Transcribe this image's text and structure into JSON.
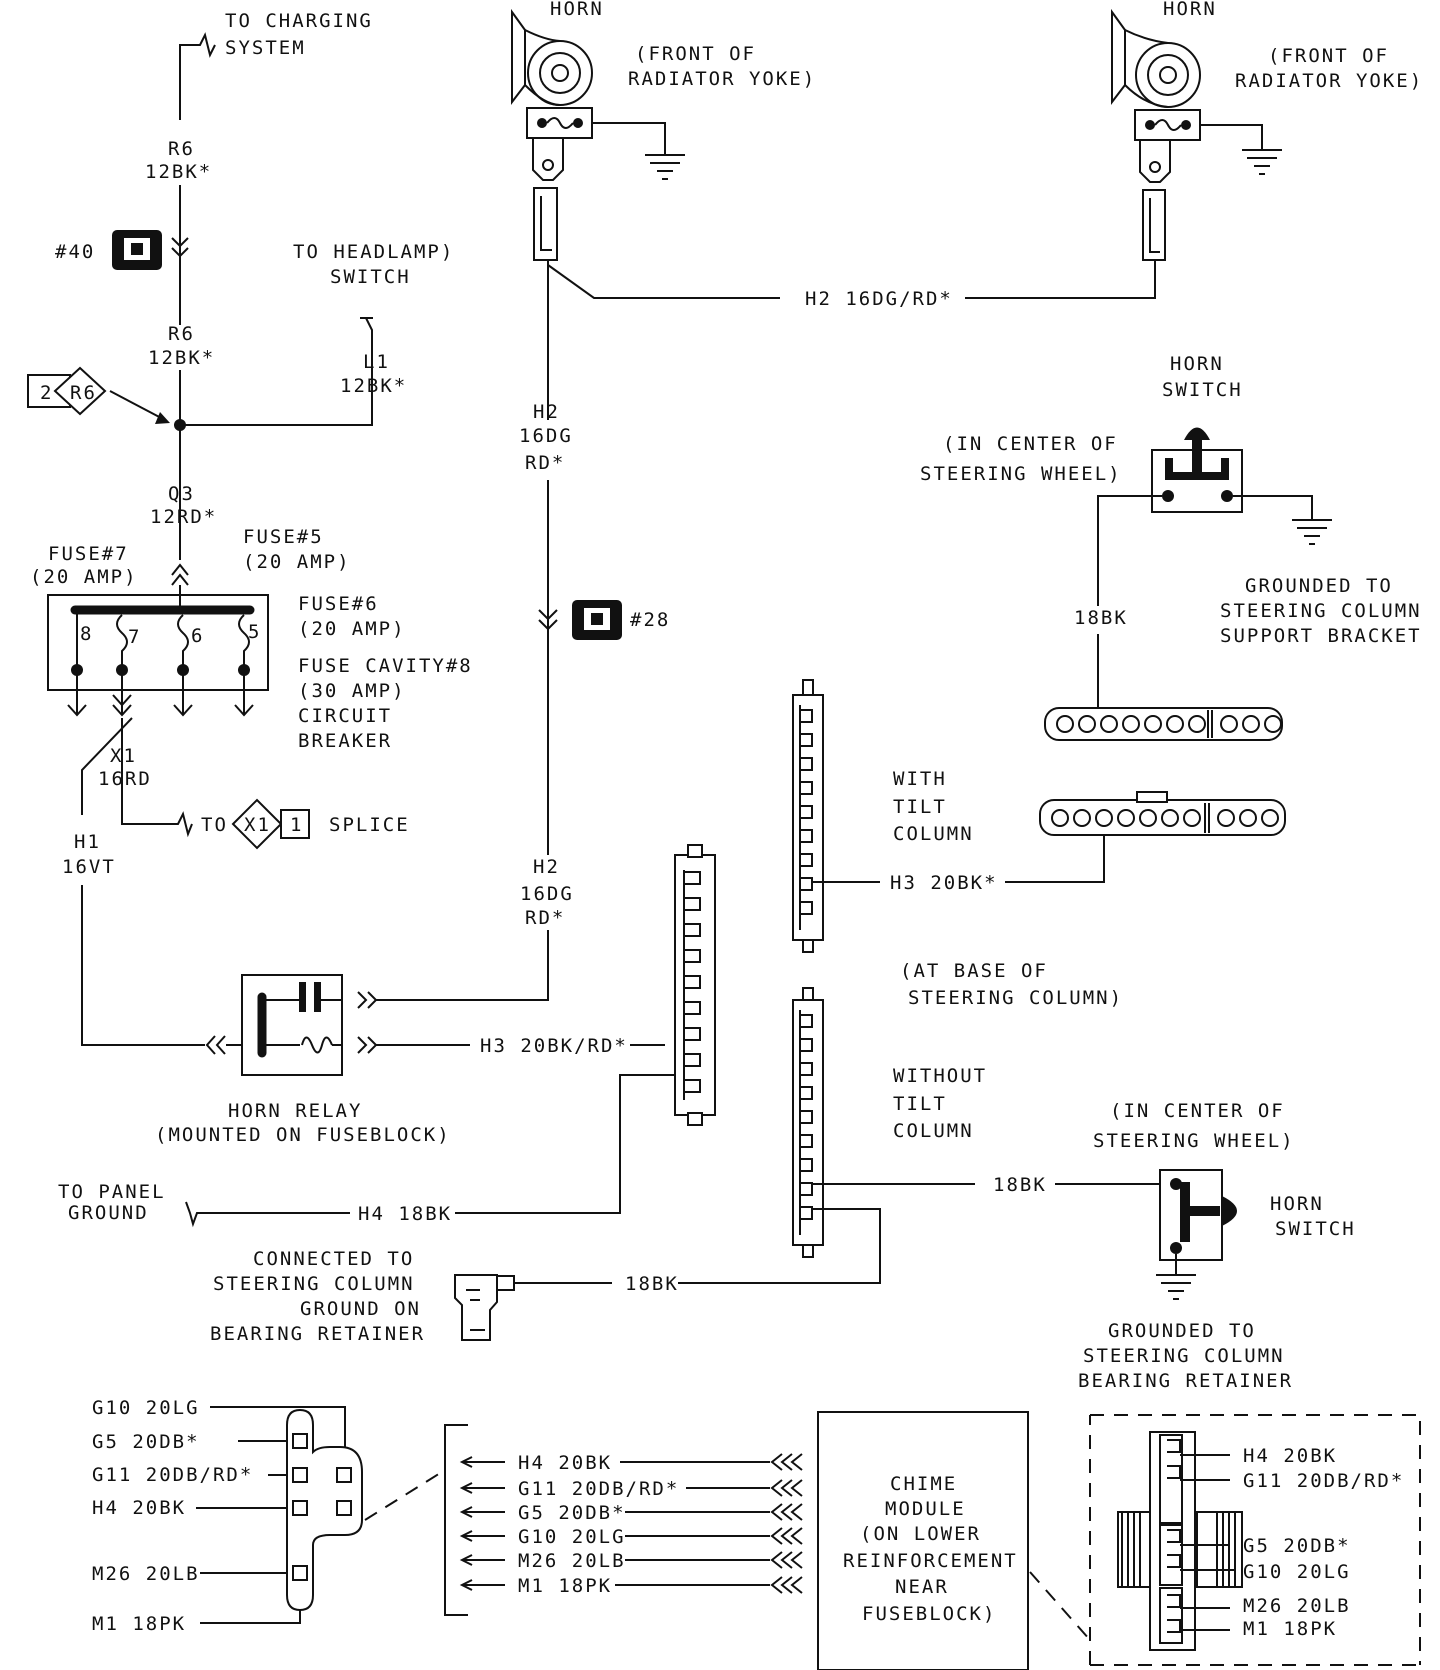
{
  "labels": {
    "to_charging_system": [
      "TO CHARGING",
      "SYSTEM"
    ],
    "r6_top": [
      "R6",
      "12BK*"
    ],
    "conn40": "#40",
    "to_headlamp": [
      "TO HEADLAMP)",
      "SWITCH"
    ],
    "r6_mid": [
      "R6",
      "12BK*"
    ],
    "l1": [
      "L1",
      "12BK*"
    ],
    "splice_r6_num": "2",
    "splice_r6_id": "R6",
    "q3": [
      "Q3",
      "12RD*"
    ],
    "fuse7": [
      "FUSE#7",
      "(20 AMP)"
    ],
    "fuse5": [
      "FUSE#5",
      "(20 AMP)"
    ],
    "fuse6": [
      "FUSE#6",
      "(20 AMP)"
    ],
    "fuse_cavity8": [
      "FUSE CAVITY#8",
      "(30 AMP)",
      "CIRCUIT",
      "BREAKER"
    ],
    "fuse_numbers": [
      "8",
      "7",
      "6",
      "5"
    ],
    "x1": [
      "X1",
      "16RD"
    ],
    "to_splice": "TO",
    "splice_x1_id": "X1",
    "splice_x1_num": "1",
    "splice_word": "SPLICE",
    "h1": [
      "H1",
      "16VT"
    ],
    "horn_relay": [
      "HORN RELAY",
      "(MOUNTED ON FUSEBLOCK)"
    ],
    "h3_relay": "H3 20BK/RD*",
    "to_panel_ground": [
      "TO PANEL",
      "GROUND"
    ],
    "h4_ground": "H4 18BK",
    "connected_to": [
      "CONNECTED TO",
      "STEERING COLUMN",
      "GROUND ON",
      "BEARING RETAINER"
    ],
    "w18bk_bearing": "18BK",
    "horn_left": "HORN",
    "front_left": [
      "(FRONT OF",
      "RADIATOR YOKE)"
    ],
    "horn_right": "HORN",
    "front_right": [
      "(FRONT OF",
      "RADIATOR YOKE)"
    ],
    "h2_top": "H2 16DG/RD*",
    "h2_a": [
      "H2",
      "16DG",
      "RD*"
    ],
    "conn28": "#28",
    "h2_b": [
      "H2",
      "16DG",
      "RD*"
    ],
    "horn_switch_top": [
      "HORN",
      "SWITCH"
    ],
    "center_wheel_top": [
      "(IN CENTER OF",
      "STEERING WHEEL)"
    ],
    "grounded_support": [
      "GROUNDED TO",
      "STEERING COLUMN",
      "SUPPORT BRACKET"
    ],
    "w18bk_tilt": "18BK",
    "with_tilt": [
      "WITH",
      "TILT",
      "COLUMN"
    ],
    "h3_tilt": "H3 20BK*",
    "at_base": [
      "(AT BASE OF",
      "STEERING COLUMN)"
    ],
    "without_tilt": [
      "WITHOUT",
      "TILT",
      "COLUMN"
    ],
    "center_wheel_bottom": [
      "(IN CENTER OF",
      "STEERING WHEEL)"
    ],
    "w18bk_notilt": "18BK",
    "horn_switch_bottom": [
      "HORN",
      "SWITCH"
    ],
    "grounded_bearing": [
      "GROUNDED TO",
      "STEERING COLUMN",
      "BEARING RETAINER"
    ],
    "chime_left_wires": [
      "G10 20LG",
      "G5 20DB*",
      "G11 20DB/RD*",
      "H4 20BK",
      "M26 20LB",
      "M1 18PK"
    ],
    "chime_mid_wires": [
      "H4 20BK",
      "G11 20DB/RD*",
      "G5 20DB*",
      "G10 20LG",
      "M26 20LB",
      "M1 18PK"
    ],
    "chime_module": [
      "CHIME",
      "MODULE",
      "(ON LOWER",
      "REINFORCEMENT",
      "NEAR",
      "FUSEBLOCK)"
    ],
    "chime_right_wires": [
      "H4 20BK",
      "G11 20DB/RD*",
      "G5 20DB*",
      "G10 20LG",
      "M26 20LB",
      "M1 18PK"
    ]
  }
}
